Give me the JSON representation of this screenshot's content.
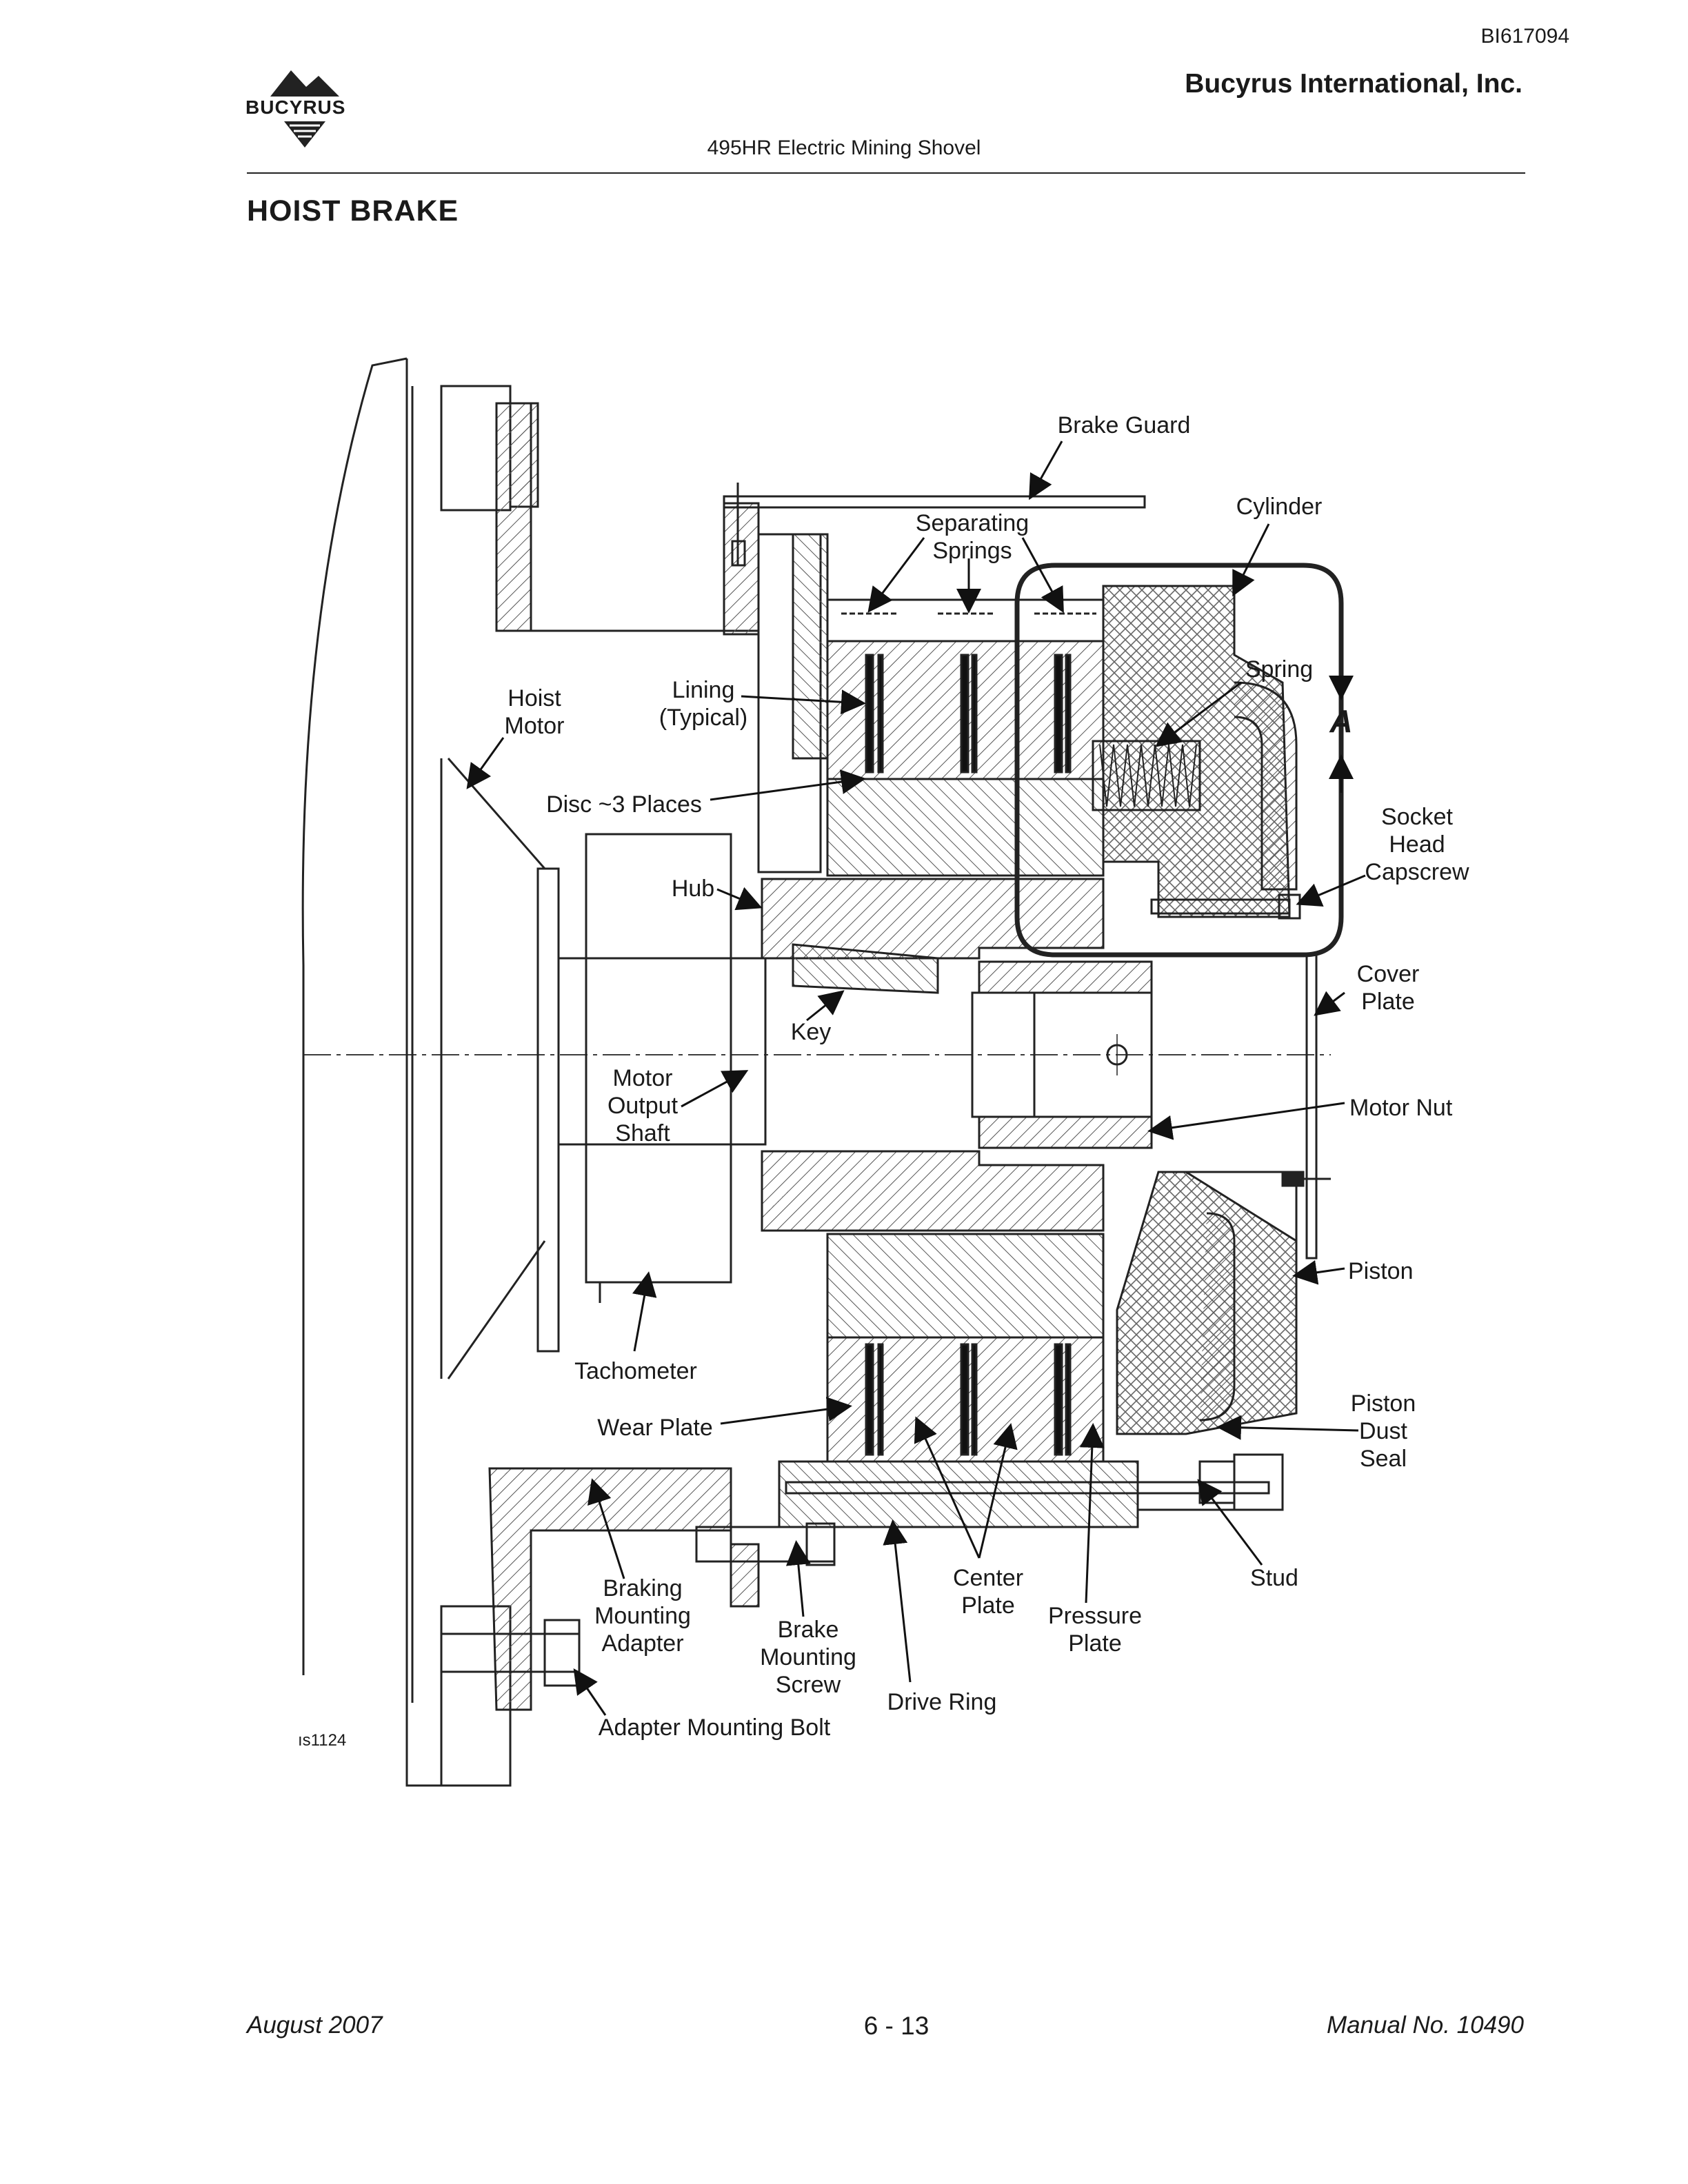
{
  "header": {
    "doc_id": "BI617094",
    "company": "Bucyrus International, Inc.",
    "logo_text": "BUCYRUS",
    "subtitle": "495HR Electric Mining Shovel",
    "section_title": "HOIST BRAKE"
  },
  "diagram": {
    "view_label": "A",
    "figure_id": "ıs1124",
    "callouts": {
      "brake_guard": [
        "Brake Guard"
      ],
      "cylinder": [
        "Cylinder"
      ],
      "separating_springs": [
        "Separating",
        "Springs"
      ],
      "spring": [
        "Spring"
      ],
      "hoist_motor": [
        "Hoist",
        "Motor"
      ],
      "lining": [
        "Lining",
        "(Typical)"
      ],
      "disc": [
        "Disc ~3 Places"
      ],
      "socket_head_capscrew": [
        "Socket",
        "Head",
        "Capscrew"
      ],
      "hub": [
        "Hub"
      ],
      "cover_plate": [
        "Cover",
        "Plate"
      ],
      "key": [
        "Key"
      ],
      "motor_output_shaft": [
        "Motor",
        "Output",
        "Shaft"
      ],
      "motor_nut": [
        "Motor Nut"
      ],
      "piston": [
        "Piston"
      ],
      "tachometer": [
        "Tachometer"
      ],
      "wear_plate": [
        "Wear Plate"
      ],
      "piston_dust_seal": [
        "Piston",
        "Dust",
        "Seal"
      ],
      "center_plate": [
        "Center",
        "Plate"
      ],
      "stud": [
        "Stud"
      ],
      "braking_mounting_adapter": [
        "Braking",
        "Mounting",
        "Adapter"
      ],
      "pressure_plate": [
        "Pressure",
        "Plate"
      ],
      "brake_mounting_screw": [
        "Brake",
        "Mounting",
        "Screw"
      ],
      "drive_ring": [
        "Drive Ring"
      ],
      "adapter_mounting_bolt": [
        "Adapter Mounting Bolt"
      ]
    }
  },
  "footer": {
    "date": "August 2007",
    "page": "6 - 13",
    "manual": "Manual No. 10490"
  }
}
